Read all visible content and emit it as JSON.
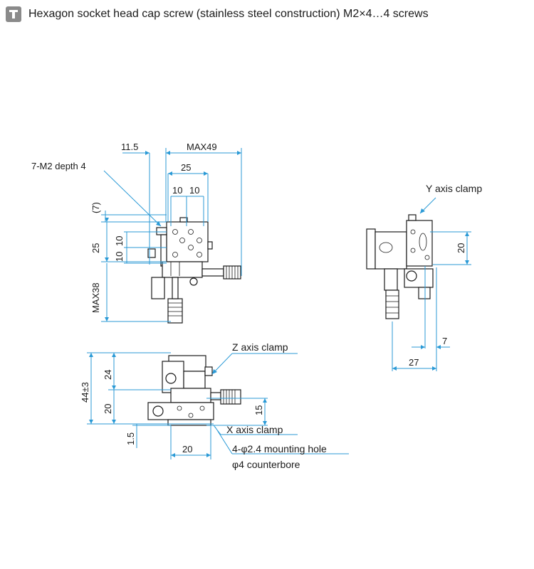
{
  "header": {
    "icon": "socket-screw-icon",
    "text": "Hexagon socket head cap screw (stainless steel construction) M2×4…4 screws"
  },
  "accent_color": "#2b9ad6",
  "top_view": {
    "dim_11_5": "11.5",
    "dim_max49": "MAX49",
    "dim_25_h": "25",
    "dim_10_a": "10",
    "dim_10_b": "10",
    "dim_7": "(7)",
    "dim_25_v": "25",
    "dim_10_c": "10",
    "dim_10_d": "10",
    "dim_max38": "MAX38",
    "callout_tap": "7-M2 depth 4"
  },
  "side_view": {
    "callout": "Y axis clamp",
    "dim_20": "20",
    "dim_7": "7",
    "dim_27": "27"
  },
  "front_view": {
    "callout_z": "Z axis clamp",
    "callout_x": "X axis clamp",
    "callout_hole_1": "4-φ2.4 mounting hole",
    "callout_hole_2": "φ4 counterbore",
    "dim_44": "44±3",
    "dim_24": "24",
    "dim_20_v": "20",
    "dim_15": "15",
    "dim_1_5": "1.5",
    "dim_20_h": "20"
  }
}
